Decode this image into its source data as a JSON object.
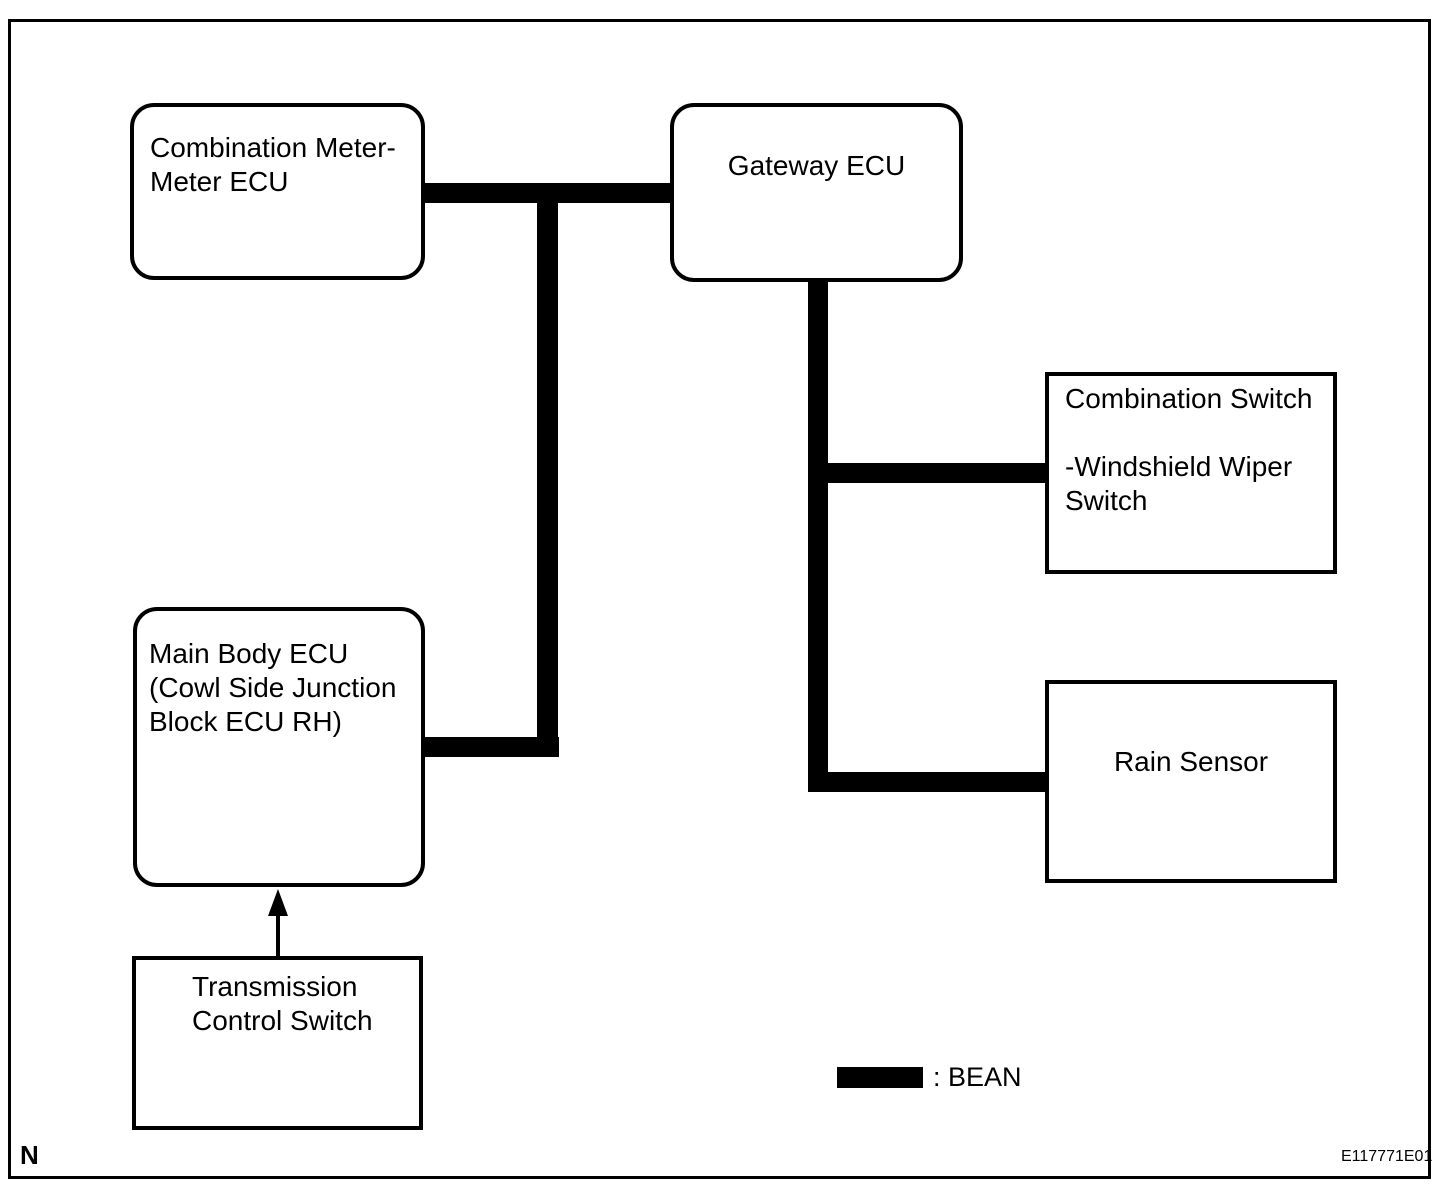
{
  "page": {
    "corner_label": "N",
    "figure_code": "E117771E01",
    "background_color": "#ffffff",
    "line_color": "#000000"
  },
  "legend": {
    "swatch_meaning": "bean-bus-line",
    "swatch_color": "#000000",
    "label": ": BEAN"
  },
  "nodes": [
    {
      "id": "combination-meter",
      "shape": "rounded",
      "label": "Combination Meter-\nMeter ECU"
    },
    {
      "id": "gateway-ecu",
      "shape": "rounded",
      "label": "Gateway ECU"
    },
    {
      "id": "combination-switch",
      "shape": "rect",
      "label": "Combination Switch\n\n-Windshield Wiper\nSwitch"
    },
    {
      "id": "rain-sensor",
      "shape": "rect",
      "label": "Rain Sensor"
    },
    {
      "id": "main-body-ecu",
      "shape": "rounded",
      "label": "Main Body ECU\n(Cowl Side Junction\nBlock ECU RH)"
    },
    {
      "id": "transmission-control-switch",
      "shape": "rect",
      "label": "Transmission\nControl Switch"
    }
  ],
  "connections": [
    {
      "from": "combination-meter",
      "to": "gateway-ecu",
      "style": "bean-bus"
    },
    {
      "from": "bean-bus",
      "to": "main-body-ecu",
      "style": "bean-bus"
    },
    {
      "from": "gateway-ecu",
      "to": "combination-switch",
      "style": "bean-bus"
    },
    {
      "from": "gateway-ecu",
      "to": "rain-sensor",
      "style": "bean-bus"
    },
    {
      "from": "transmission-control-switch",
      "to": "main-body-ecu",
      "style": "arrow"
    }
  ]
}
